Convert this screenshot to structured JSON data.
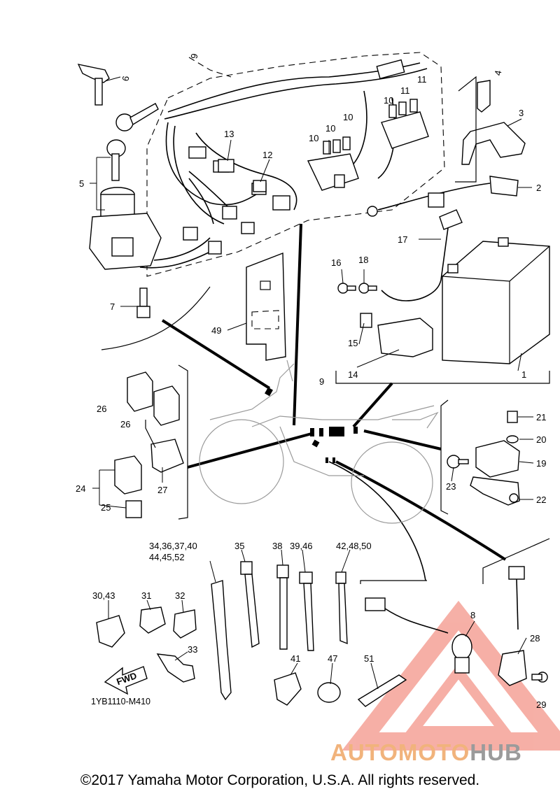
{
  "diagram": {
    "drawing_code": "1YB1110-M410",
    "copyright": "©2017 Yamaha Motor Corporation, U.S.A. All rights reserved.",
    "fwd_arrow_label": "FWD",
    "watermark": {
      "part1": "AUTOMOTO",
      "part2": "HUB",
      "accent_color": "#f08b78",
      "secondary_color": "#a0a0a0"
    },
    "callouts": [
      "1",
      "2",
      "3",
      "4",
      "5",
      "6",
      "7",
      "8",
      "9",
      "9",
      "10",
      "10",
      "10",
      "10",
      "11",
      "11",
      "12",
      "13",
      "14",
      "15",
      "16",
      "17",
      "18",
      "19",
      "20",
      "21",
      "22",
      "23",
      "24",
      "25",
      "26",
      "26",
      "27",
      "28",
      "29",
      "30,43",
      "31",
      "32",
      "33",
      "34,36,37,40",
      "44,45,52",
      "35",
      "38",
      "39,46",
      "42,48,50",
      "41",
      "47",
      "49",
      "51"
    ]
  }
}
